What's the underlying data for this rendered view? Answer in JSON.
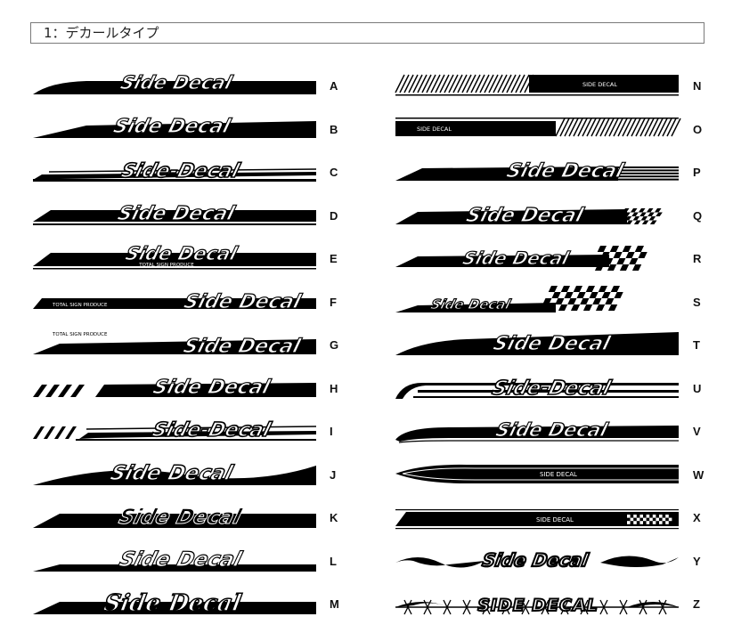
{
  "header": {
    "title": "1：デカールタイプ"
  },
  "decals": [
    {
      "letter": "A",
      "text": "Side Decal",
      "style": "slant-bar"
    },
    {
      "letter": "B",
      "text": "Side Decal",
      "style": "wedge"
    },
    {
      "letter": "C",
      "text": "Side-Decal",
      "style": "lines"
    },
    {
      "letter": "D",
      "text": "Side Decal",
      "style": "bar-underline"
    },
    {
      "letter": "E",
      "text": "Side Decal",
      "sub": "TOTAL SIGN PRODUCE",
      "style": "bar-sub"
    },
    {
      "letter": "F",
      "text": "Side Decal",
      "sub": "TOTAL SIGN PRODUCE",
      "style": "bar-prefix"
    },
    {
      "letter": "G",
      "text": "Side Decal",
      "sub": "TOTAL SIGN PRODUCE",
      "style": "wedge-prefix"
    },
    {
      "letter": "H",
      "text": "Side Decal",
      "style": "stripes-bar"
    },
    {
      "letter": "I",
      "text": "Side-Decal",
      "style": "stripes-lines"
    },
    {
      "letter": "J",
      "text": "Side Decal",
      "style": "wave"
    },
    {
      "letter": "K",
      "text": "Side Decal",
      "style": "outline"
    },
    {
      "letter": "L",
      "text": "Side Decal",
      "style": "outline-double"
    },
    {
      "letter": "M",
      "text": "Side Decal",
      "style": "script"
    },
    {
      "letter": "N",
      "text": "SIDE DECAL",
      "style": "hatch-left"
    },
    {
      "letter": "O",
      "text": "SIDE DECAL",
      "style": "hatch-right"
    },
    {
      "letter": "P",
      "text": "Side Decal",
      "style": "speed-lines"
    },
    {
      "letter": "Q",
      "text": "Side Decal",
      "style": "checker-small"
    },
    {
      "letter": "R",
      "text": "Side Decal",
      "style": "checker-big"
    },
    {
      "letter": "S",
      "text": "Side Decal",
      "style": "checker-thin"
    },
    {
      "letter": "T",
      "text": "Side Decal",
      "style": "swoosh"
    },
    {
      "letter": "U",
      "text": "Side-Decal",
      "style": "hook-lines"
    },
    {
      "letter": "V",
      "text": "Side Decal",
      "style": "curve-outline"
    },
    {
      "letter": "W",
      "text": "SIDE DECAL",
      "style": "blade"
    },
    {
      "letter": "X",
      "text": "SIDE DECAL",
      "style": "checker-band"
    },
    {
      "letter": "Y",
      "text": "Side Decal",
      "style": "tribal"
    },
    {
      "letter": "Z",
      "text": "SIDE DECAL",
      "style": "barbed"
    }
  ]
}
